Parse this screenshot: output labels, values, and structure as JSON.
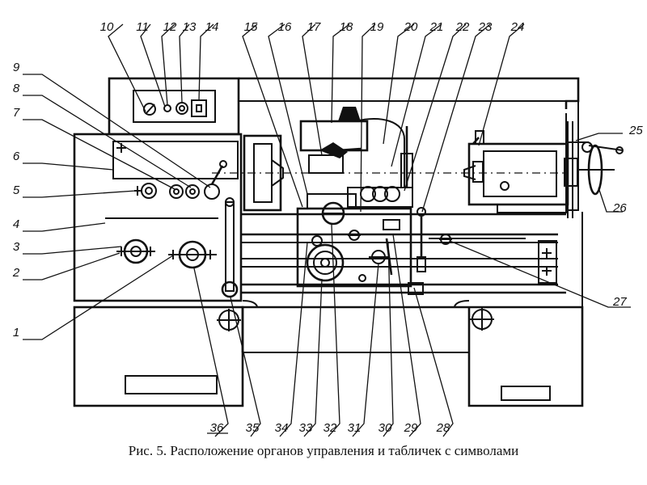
{
  "caption": "Рис. 5. Расположение органов управления и табличек с символами",
  "callouts": [
    "1",
    "2",
    "3",
    "4",
    "5",
    "6",
    "7",
    "8",
    "9",
    "10",
    "11",
    "12",
    "13",
    "14",
    "15",
    "16",
    "17",
    "18",
    "19",
    "20",
    "21",
    "22",
    "23",
    "24",
    "25",
    "26",
    "27",
    "28",
    "29",
    "30",
    "31",
    "32",
    "33",
    "34",
    "35",
    "36"
  ]
}
